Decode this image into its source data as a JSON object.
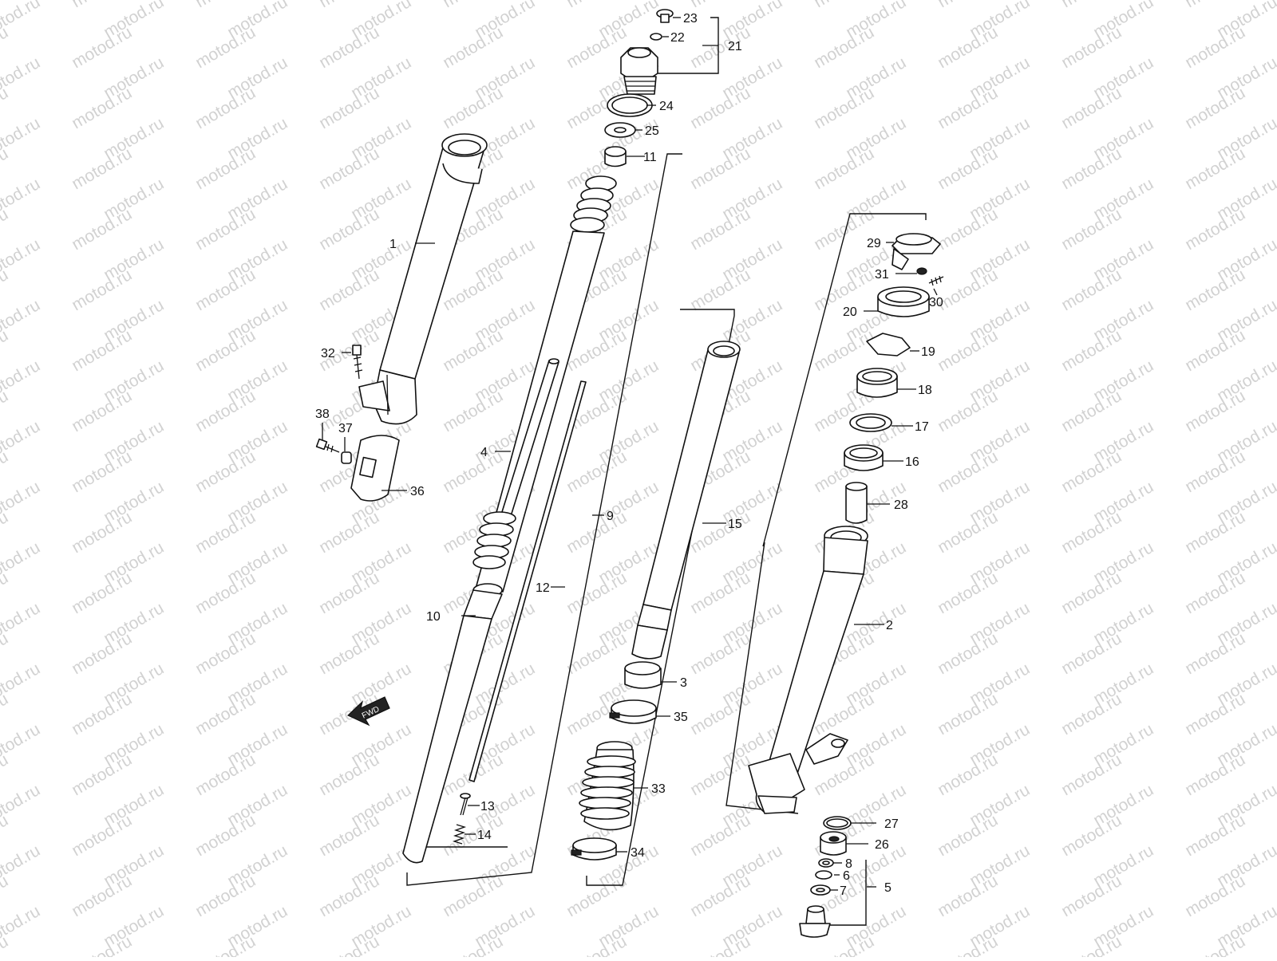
{
  "watermark": "motod.ru",
  "fwd_label": "FWD",
  "callouts": [
    {
      "id": "1",
      "text": "1"
    },
    {
      "id": "2",
      "text": "2"
    },
    {
      "id": "3",
      "text": "3"
    },
    {
      "id": "4",
      "text": "4"
    },
    {
      "id": "5",
      "text": "5"
    },
    {
      "id": "6",
      "text": "6"
    },
    {
      "id": "7",
      "text": "7"
    },
    {
      "id": "8",
      "text": "8"
    },
    {
      "id": "9",
      "text": "9"
    },
    {
      "id": "10",
      "text": "10"
    },
    {
      "id": "11",
      "text": "11"
    },
    {
      "id": "12",
      "text": "12"
    },
    {
      "id": "13",
      "text": "13"
    },
    {
      "id": "14",
      "text": "14"
    },
    {
      "id": "15",
      "text": "15"
    },
    {
      "id": "16",
      "text": "16"
    },
    {
      "id": "17",
      "text": "17"
    },
    {
      "id": "18",
      "text": "18"
    },
    {
      "id": "19",
      "text": "19"
    },
    {
      "id": "20",
      "text": "20"
    },
    {
      "id": "21",
      "text": "21"
    },
    {
      "id": "22",
      "text": "22"
    },
    {
      "id": "23",
      "text": "23"
    },
    {
      "id": "24",
      "text": "24"
    },
    {
      "id": "25",
      "text": "25"
    },
    {
      "id": "26",
      "text": "26"
    },
    {
      "id": "27",
      "text": "27"
    },
    {
      "id": "28",
      "text": "28"
    },
    {
      "id": "29",
      "text": "29"
    },
    {
      "id": "30",
      "text": "30"
    },
    {
      "id": "31",
      "text": "31"
    },
    {
      "id": "32",
      "text": "32"
    },
    {
      "id": "33",
      "text": "33"
    },
    {
      "id": "34",
      "text": "34"
    },
    {
      "id": "35",
      "text": "35"
    },
    {
      "id": "36",
      "text": "36"
    },
    {
      "id": "37",
      "text": "37"
    },
    {
      "id": "38",
      "text": "38"
    }
  ]
}
